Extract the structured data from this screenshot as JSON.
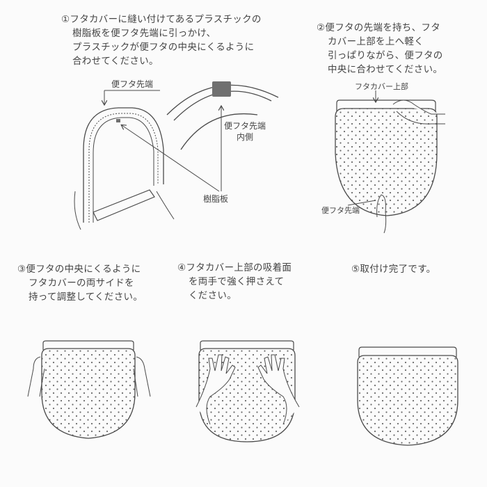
{
  "steps": [
    {
      "number": "①",
      "lines": [
        "フタカバーに縫い付けてあるプラスチックの",
        "樹脂板を便フタ先端に引っかけ、",
        "プラスチックが便フタの中央にくるように",
        "合わせてください。"
      ]
    },
    {
      "number": "②",
      "lines": [
        "便フタの先端を持ち、フタ",
        "カバー上部を上へ軽く",
        "引っぱりながら、便フタの",
        "中央に合わせてください。"
      ]
    },
    {
      "number": "③",
      "lines": [
        "便フタの中央にくるように",
        "フタカバーの両サイドを",
        "持って調整してください。"
      ]
    },
    {
      "number": "④",
      "lines": [
        "フタカバー上部の吸着面",
        "を両手で強く押さえて",
        "ください。"
      ]
    },
    {
      "number": "⑤",
      "lines": [
        "取付け完了です。"
      ]
    }
  ],
  "figure1": {
    "label_lid_tip": "便フタ先端",
    "label_lid_tip_inner_1": "便フタ先端",
    "label_lid_tip_inner_2": "内側",
    "label_resin_plate": "樹脂板"
  },
  "figure2": {
    "label_cover_top": "フタカバー上部",
    "label_lid_tip": "便フタ先端"
  },
  "colors": {
    "line": "#4a4a4a",
    "dot": "#6a6a6a",
    "background": "#fbfbfb",
    "resin": "#707070"
  }
}
